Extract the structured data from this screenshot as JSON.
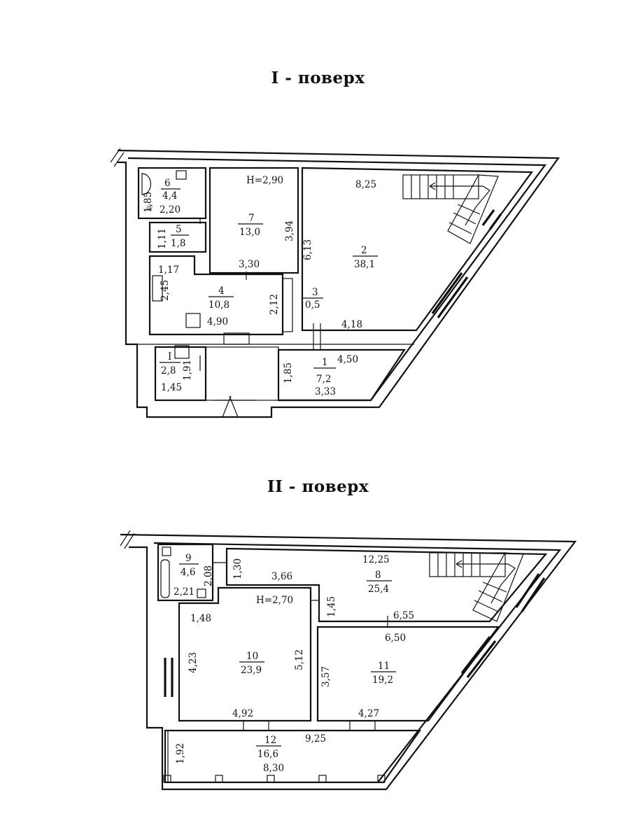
{
  "floor1": {
    "title": "I - поверх",
    "height_label": "H=2,90",
    "rooms": [
      {
        "number": "1",
        "area": "7,2"
      },
      {
        "number": "2",
        "area": "38,1"
      },
      {
        "number": "3",
        "area": "0,5"
      },
      {
        "number": "4",
        "area": "10,8"
      },
      {
        "number": "5",
        "area": "1,8"
      },
      {
        "number": "6",
        "area": "4,4"
      },
      {
        "number": "7",
        "area": "13,0"
      },
      {
        "number": "I",
        "area": "2,8"
      }
    ],
    "dimensions": [
      "1,85",
      "2,20",
      "1,11",
      "3,94",
      "8,25",
      "6,13",
      "3,30",
      "1,17",
      "2,45",
      "2,12",
      "4,90",
      "4,18",
      "4,50",
      "1,91",
      "1,45",
      "1,85",
      "3,33"
    ]
  },
  "floor2": {
    "title": "II - поверх",
    "height_label": "H=2,70",
    "rooms": [
      {
        "number": "8",
        "area": "25,4"
      },
      {
        "number": "9",
        "area": "4,6"
      },
      {
        "number": "10",
        "area": "23,9"
      },
      {
        "number": "11",
        "area": "19,2"
      },
      {
        "number": "12",
        "area": "16,6"
      }
    ],
    "dimensions": [
      "2,08",
      "1,30",
      "12,25",
      "3,66",
      "2,21",
      "1,45",
      "1,48",
      "6,55",
      "6,50",
      "4,23",
      "5,12",
      "3,57",
      "4,92",
      "4,27",
      "9,25",
      "1,92",
      "8,30"
    ]
  }
}
